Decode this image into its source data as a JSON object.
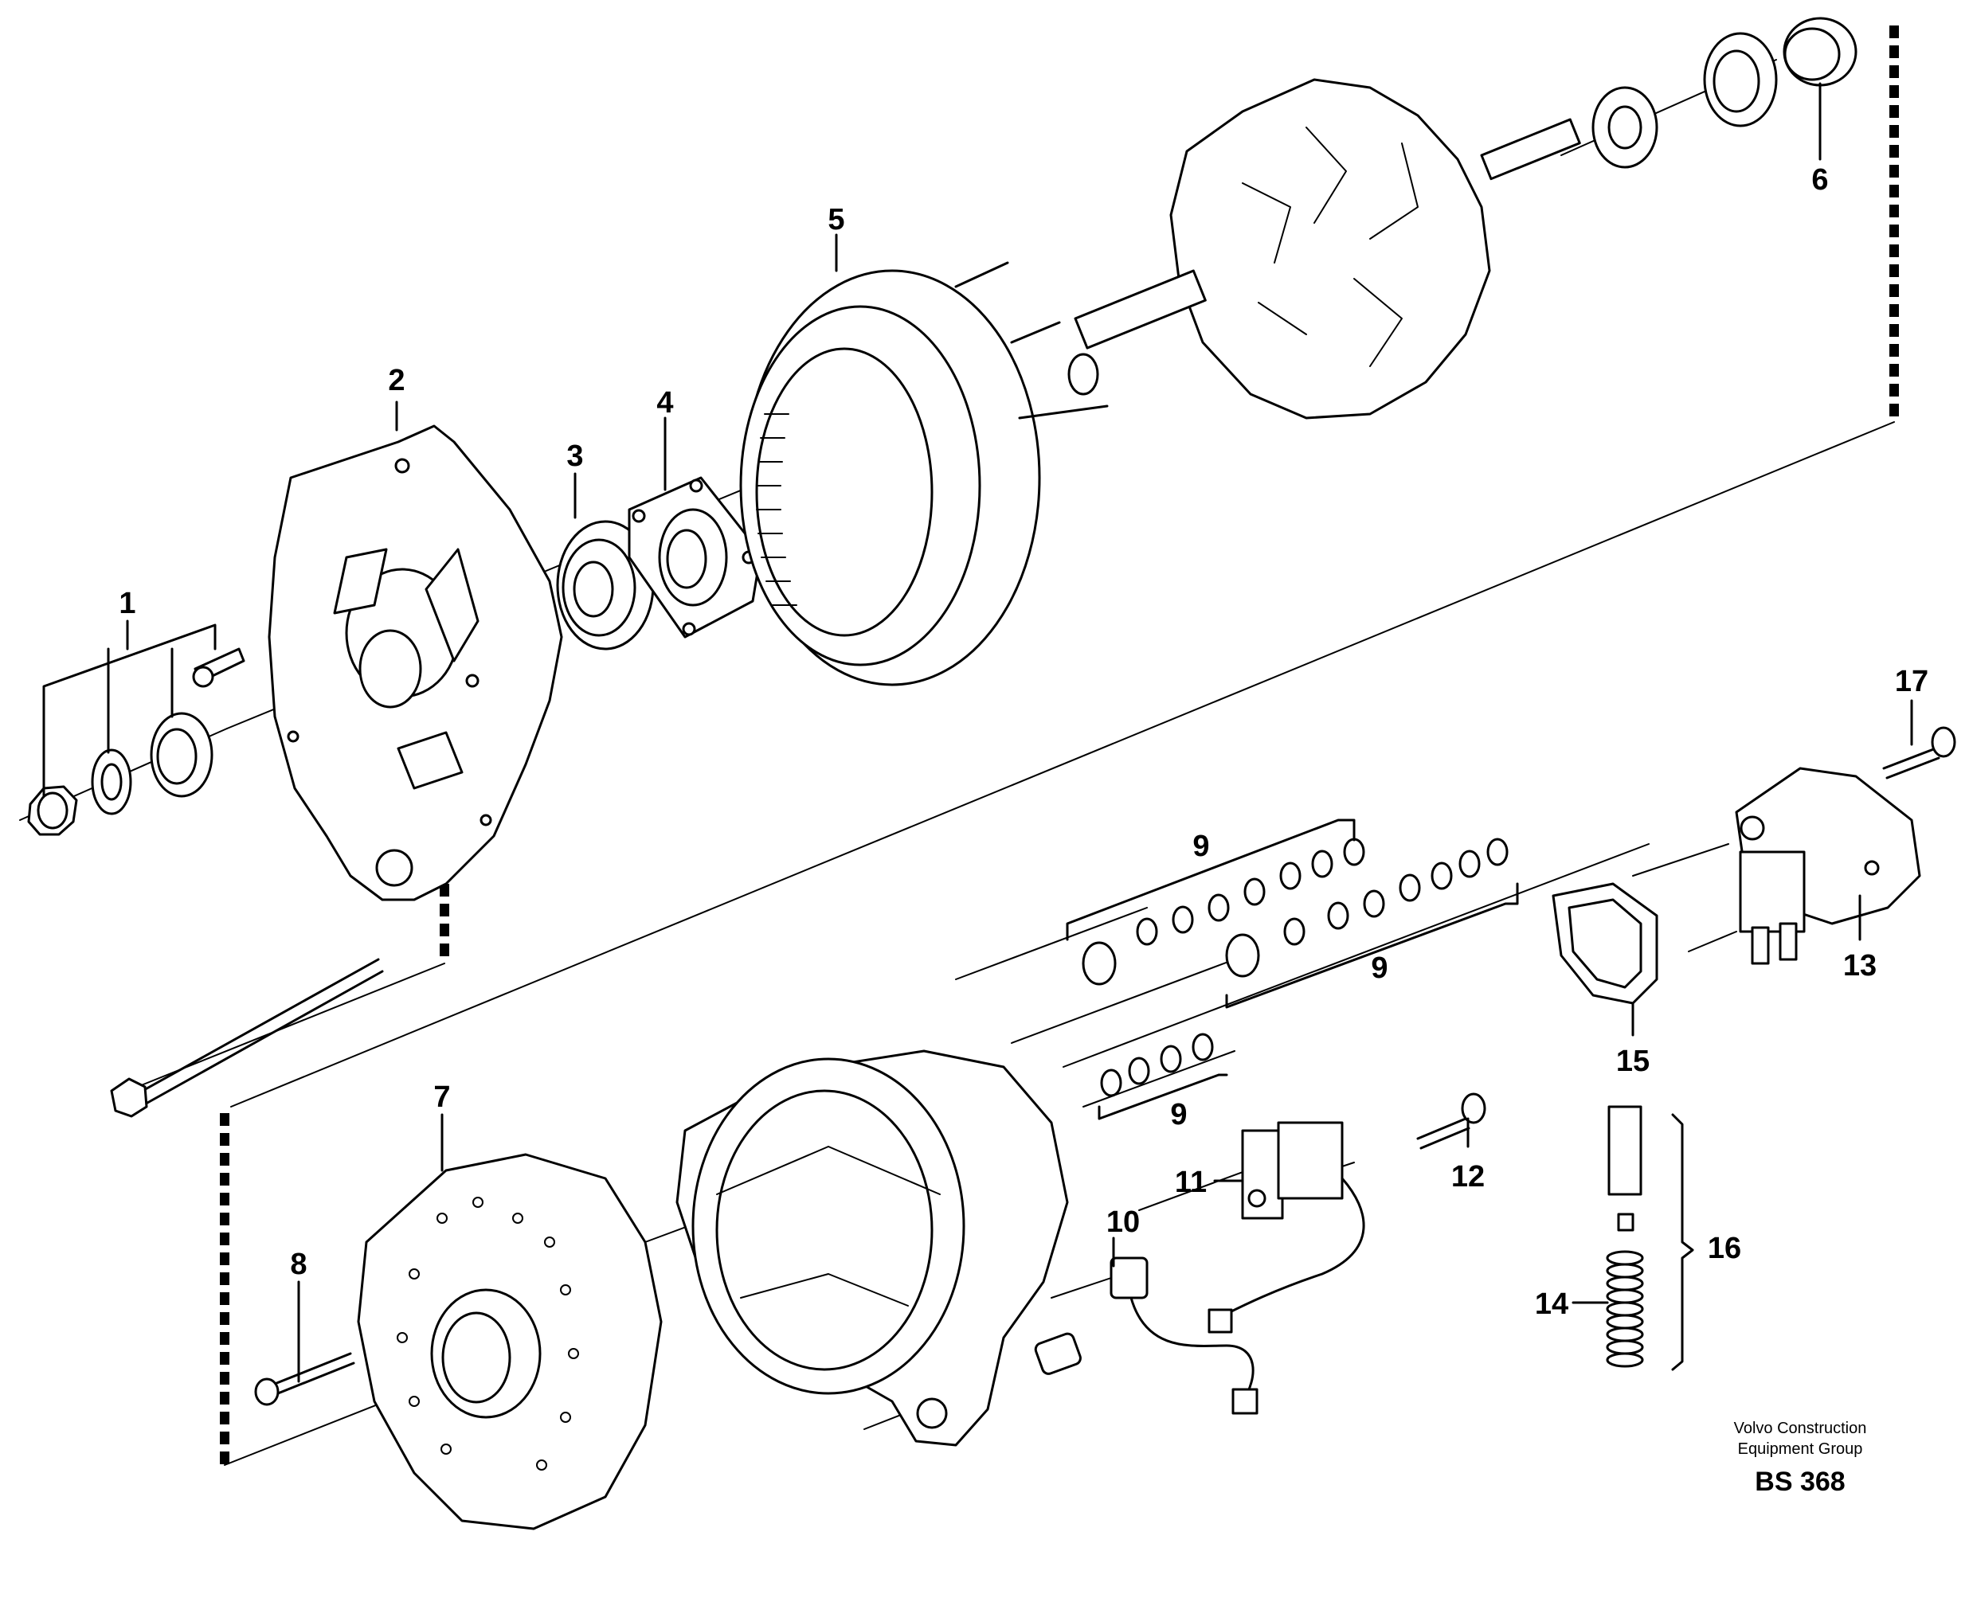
{
  "diagram": {
    "callouts": [
      "1",
      "2",
      "3",
      "4",
      "5",
      "6",
      "7",
      "8",
      "9",
      "9",
      "9",
      "10",
      "11",
      "12",
      "13",
      "14",
      "15",
      "16",
      "17"
    ]
  },
  "footer": {
    "brand_line_1": "Volvo Construction",
    "brand_line_2": "Equipment Group",
    "figure_code": "BS 368"
  },
  "icons": {
    "exploded_view": "alternator-exploded-view"
  }
}
